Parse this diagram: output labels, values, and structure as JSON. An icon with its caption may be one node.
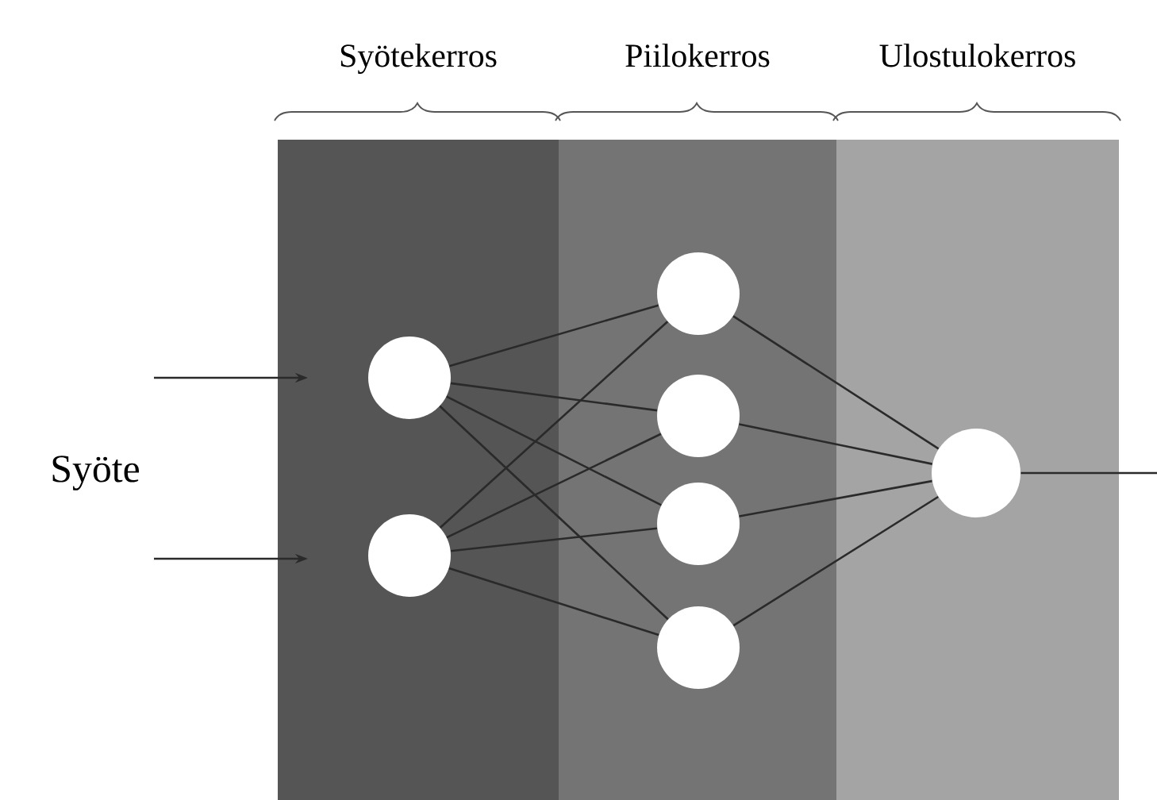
{
  "diagram": {
    "nodes": [
      {
        "text": [
          "Syötekerros"
        ]
      },
      {
        "text": [
          "Piilokerros"
        ]
      },
      {
        "text": [
          "Ulostulokerros"
        ]
      },
      {
        "text": [],
        "shape": "circle",
        "in": 0
      },
      {
        "text": [],
        "shape": "circle",
        "in": 0
      },
      {
        "text": [],
        "shape": "circle",
        "in": 1
      },
      {
        "text": [],
        "shape": "circle",
        "in": 1
      },
      {
        "text": [],
        "shape": "circle",
        "in": 1
      },
      {
        "text": [],
        "shape": "circle",
        "in": 1
      },
      {
        "text": [],
        "shape": "circle",
        "in": 2
      }
    ],
    "edges": [
      {
        "from": null,
        "to": 0,
        "arrow": "to"
      },
      {
        "from": null,
        "to": 0,
        "arrow": "to"
      },
      {
        "from": 3,
        "to": 5,
        "arrow": "none"
      },
      {
        "from": 3,
        "to": 6,
        "arrow": "none"
      },
      {
        "from": 3,
        "to": 7,
        "arrow": "none"
      },
      {
        "from": 3,
        "to": 8,
        "arrow": "none"
      },
      {
        "from": 4,
        "to": 5,
        "arrow": "none"
      },
      {
        "from": 4,
        "to": 6,
        "arrow": "none"
      },
      {
        "from": 4,
        "to": 7,
        "arrow": "none"
      },
      {
        "from": 4,
        "to": 8,
        "arrow": "none"
      },
      {
        "from": 5,
        "to": 9,
        "arrow": "none"
      },
      {
        "from": 6,
        "to": 9,
        "arrow": "none"
      },
      {
        "from": 7,
        "to": 9,
        "arrow": "none"
      },
      {
        "from": 8,
        "to": 9,
        "arrow": "none"
      },
      {
        "from": 9,
        "to": null,
        "arrow": "none"
      }
    ],
    "labels": [
      "Syöte"
    ]
  }
}
